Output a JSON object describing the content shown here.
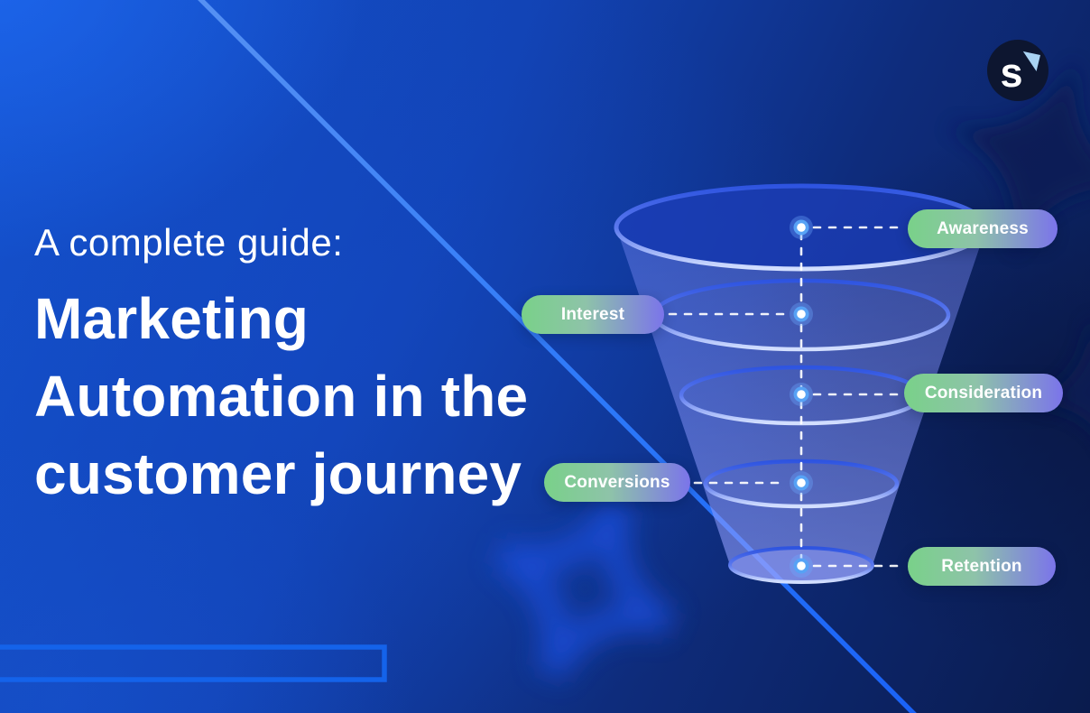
{
  "page_title": "A complete guide: Marketing Automation in the customer journey",
  "header": {
    "subtitle": "A complete guide:",
    "title_lines": [
      "Marketing",
      "Automation in the",
      "customer journey"
    ]
  },
  "logo": {
    "letter": "s"
  },
  "funnel": {
    "type": "funnel-diagram",
    "stages": [
      {
        "label": "Awareness",
        "side": "right",
        "level": 1
      },
      {
        "label": "Interest",
        "side": "left",
        "level": 2
      },
      {
        "label": "Consideration",
        "side": "right",
        "level": 3
      },
      {
        "label": "Conversions",
        "side": "left",
        "level": 4
      },
      {
        "label": "Retention",
        "side": "right",
        "level": 5
      }
    ]
  },
  "colors": {
    "background_top_left": "#1453cf",
    "background_bottom_right": "#0a1b4d",
    "pill_gradient_start": "#79d189",
    "pill_gradient_end": "#7b74ea",
    "accent_diagonal_line": "#2e7bff",
    "funnel_ring_dark": "#2e54e0",
    "funnel_ring_light": "#d4e0ff",
    "outline_rectangle": "#1463ea",
    "logo_background": "#0d1630",
    "logo_spark": "#a9d3f3",
    "text": "#ffffff"
  }
}
